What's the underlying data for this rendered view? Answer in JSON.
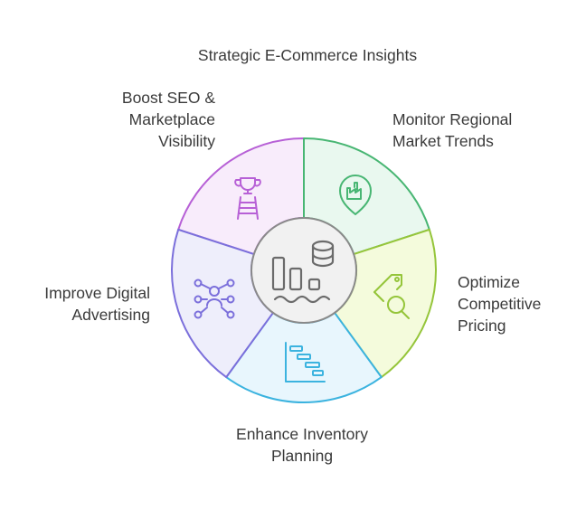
{
  "title": "Strategic E-Commerce Insights",
  "segments": [
    {
      "id": "seo",
      "lines": [
        "Boost SEO &",
        "Marketplace",
        "Visibility"
      ],
      "icon": "trophy-ladder-icon",
      "fill": "#f8ecfb",
      "stroke": "#b760d6"
    },
    {
      "id": "regional",
      "lines": [
        "Monitor Regional",
        "Market Trends"
      ],
      "icon": "factory-location-icon",
      "fill": "#e9f8ef",
      "stroke": "#48b673"
    },
    {
      "id": "pricing",
      "lines": [
        "Optimize",
        "Competitive",
        "Pricing"
      ],
      "icon": "price-tag-search-icon",
      "fill": "#f4fbdc",
      "stroke": "#95c53a"
    },
    {
      "id": "inventory",
      "lines": [
        "Enhance Inventory",
        "Planning"
      ],
      "icon": "gantt-chart-icon",
      "fill": "#e8f6fd",
      "stroke": "#3bb3df"
    },
    {
      "id": "advertising",
      "lines": [
        "Improve Digital",
        "Advertising"
      ],
      "icon": "user-network-icon",
      "fill": "#eeeefb",
      "stroke": "#7b6fdb"
    }
  ],
  "center_icon": "data-analytics-icon",
  "center_fill": "#f1f1f1",
  "center_stroke": "#8a8a8a"
}
